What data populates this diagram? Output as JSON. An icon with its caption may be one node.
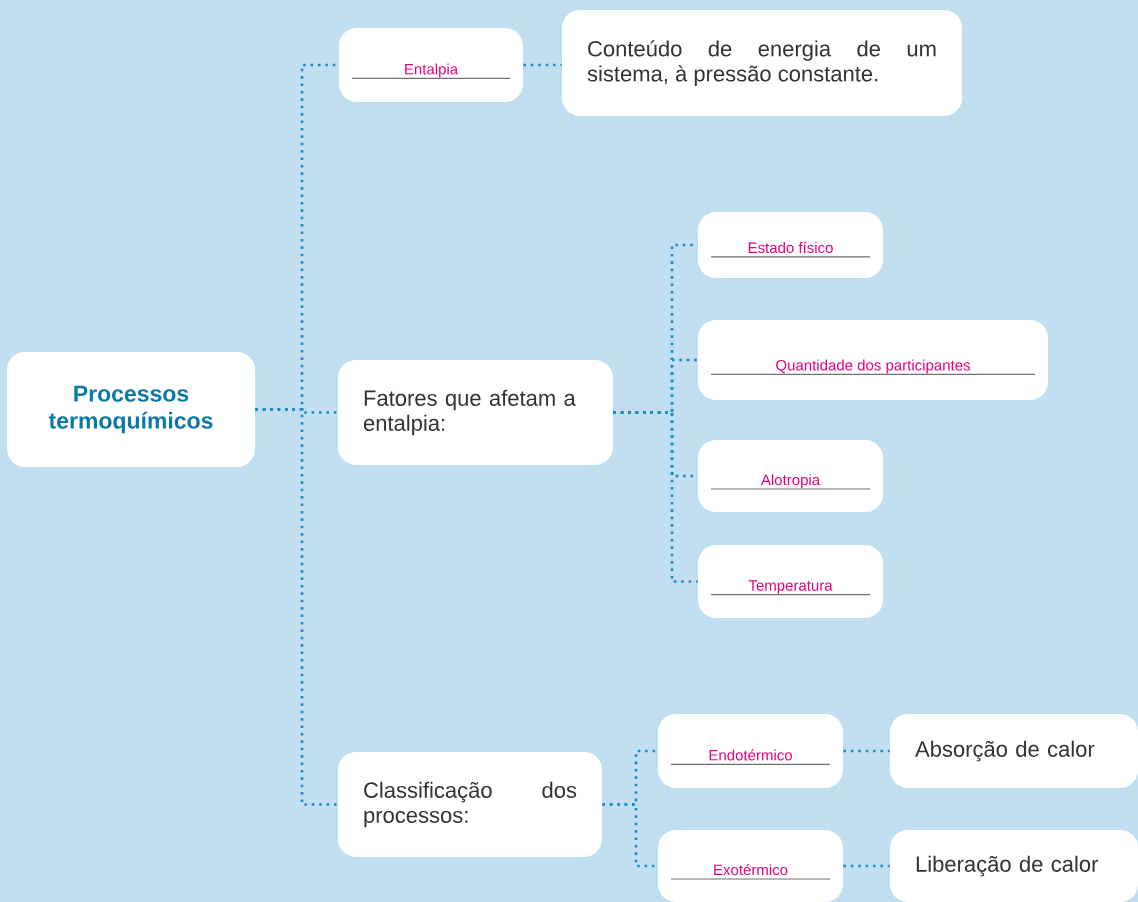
{
  "diagram": {
    "nodes": [
      {
        "text": [
          "Processos termoquímicos"
        ]
      },
      {
        "text": [
          "Entalpia"
        ]
      },
      {
        "text": [
          "Conteúdo de energia de um sistema, à pressão constante."
        ]
      },
      {
        "text": [
          "Fatores que afetam a entalpia:"
        ]
      },
      {
        "text": [
          "Estado físico"
        ]
      },
      {
        "text": [
          "Quantidade dos participantes"
        ]
      },
      {
        "text": [
          "Alotropia"
        ]
      },
      {
        "text": [
          "Temperatura"
        ]
      },
      {
        "text": [
          "Classificação dos processos:"
        ]
      },
      {
        "text": [
          "Endotérmico"
        ]
      },
      {
        "text": [
          "Absorção de calor"
        ]
      },
      {
        "text": [
          "Exotérmico"
        ]
      },
      {
        "text": [
          "Liberação de calor"
        ]
      }
    ],
    "edges": [
      {
        "from": 0,
        "to": 1,
        "arrow": "none"
      },
      {
        "from": 0,
        "to": 3,
        "arrow": "none"
      },
      {
        "from": 0,
        "to": 8,
        "arrow": "none"
      },
      {
        "from": 1,
        "to": 2,
        "arrow": "none"
      },
      {
        "from": 3,
        "to": 4,
        "arrow": "none"
      },
      {
        "from": 3,
        "to": 5,
        "arrow": "none"
      },
      {
        "from": 3,
        "to": 6,
        "arrow": "none"
      },
      {
        "from": 3,
        "to": 7,
        "arrow": "none"
      },
      {
        "from": 8,
        "to": 9,
        "arrow": "none"
      },
      {
        "from": 8,
        "to": 11,
        "arrow": "none"
      },
      {
        "from": 9,
        "to": 10,
        "arrow": "none"
      },
      {
        "from": 11,
        "to": 12,
        "arrow": "none"
      }
    ]
  }
}
